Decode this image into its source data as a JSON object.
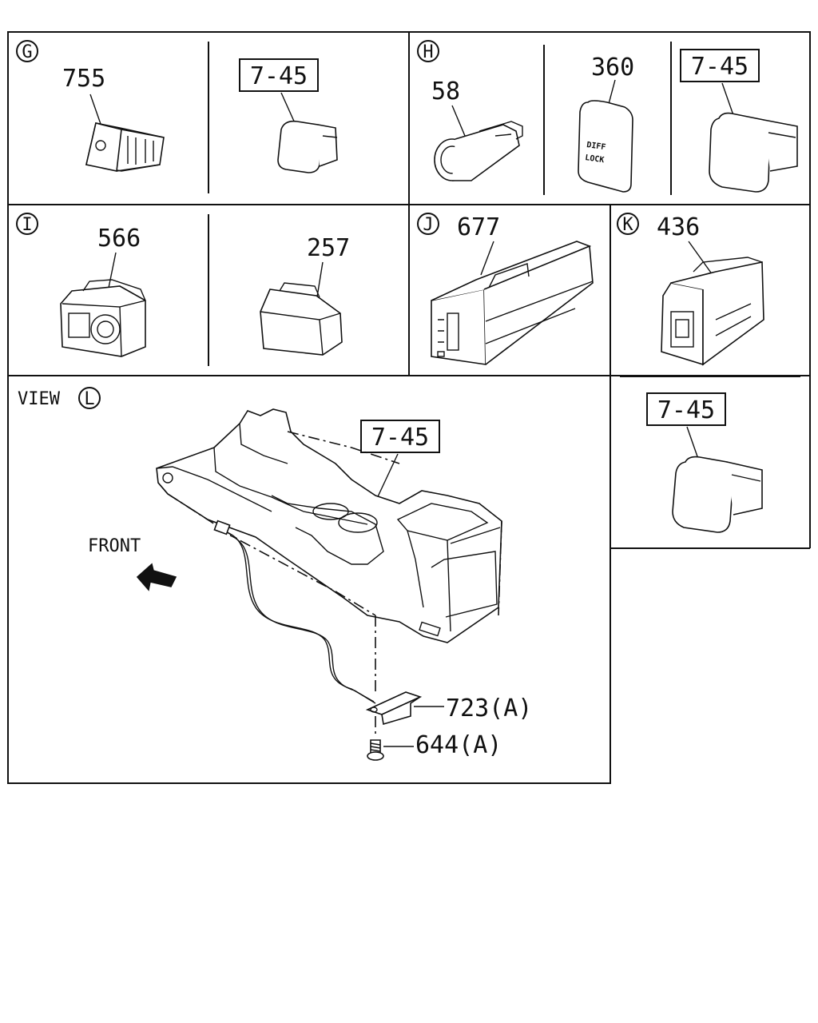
{
  "panels": {
    "G": {
      "circle": "G",
      "left_part": "755",
      "right_ref": "7-45"
    },
    "H": {
      "circle": "H",
      "part_a": "58",
      "part_b": "360",
      "part_b_text_1": "DIFF",
      "part_b_text_2": "LOCK",
      "ref": "7-45"
    },
    "I": {
      "circle": "I",
      "left_part": "566",
      "right_part": "257"
    },
    "J": {
      "circle": "J",
      "part": "677"
    },
    "K": {
      "circle": "K",
      "part": "436",
      "ref": "7-45"
    },
    "L": {
      "view_label": "VIEW",
      "circle": "L",
      "ref": "7-45",
      "front_label": "FRONT",
      "part_bracket": "723(A)",
      "part_screw": "644(A)"
    }
  },
  "colors": {
    "line": "#111111",
    "background": "#ffffff"
  }
}
